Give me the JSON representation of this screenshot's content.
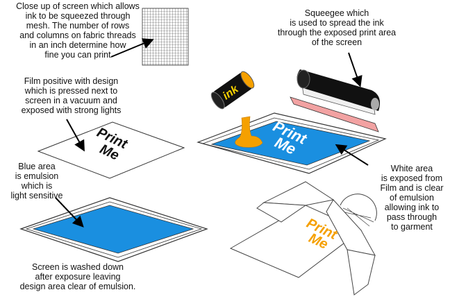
{
  "labels": {
    "mesh_closeup": "Close up of screen which allows\nink to be squeezed through\nmesh. The number of rows\nand columns on fabric threads\nin an inch determine how\nfine you can print",
    "squeegee": "Squeegee which\nis used to spread the ink\nthrough the exposed print area\nof the screen",
    "film_positive": "Film positive with design\nwhich is pressed next to\nscreen in a vacuum and\nexposed with strong lights",
    "blue_area": "Blue area\nis emulsion\nwhich is\nlight sensitive",
    "white_area": "White area\nis exposed from\nFilm and is clear\nof emulsion\nallowing ink to\npass through\nto garment",
    "screen_washed": "Screen is washed down\nafter exposure leaving\ndesign area clear of emulsion."
  },
  "artwork": {
    "design_line1": "Print",
    "design_line2": "Me",
    "ink_can_text": "ink"
  },
  "colors": {
    "emulsion_blue": "#1a8fe0",
    "ink_orange": "#f5a000",
    "squeegee_blade": "#f2a2a2",
    "squeegee_handle": "#111111"
  }
}
